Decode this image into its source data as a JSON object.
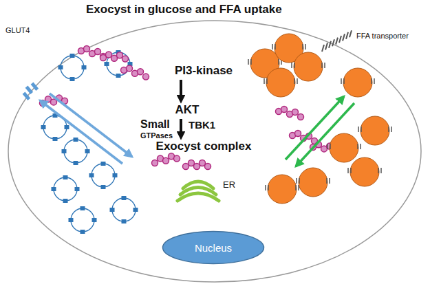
{
  "diagram": {
    "title": "Exocyst in glucose and FFA uptake",
    "nodes": [
      {
        "text": [
          "PI3-kinase"
        ]
      },
      {
        "text": [
          "AKT"
        ]
      },
      {
        "text": [
          "Exocyst complex"
        ]
      },
      {
        "text": [
          "Nucleus"
        ]
      }
    ],
    "edges": [
      {
        "from": 0,
        "to": 1,
        "arrow": "to"
      },
      {
        "from": 1,
        "to": 2,
        "arrow": "to"
      }
    ],
    "labels": [
      "GLUT4",
      "FFA transporter",
      "Small",
      "GTPases",
      "TBK1",
      "ER"
    ]
  }
}
